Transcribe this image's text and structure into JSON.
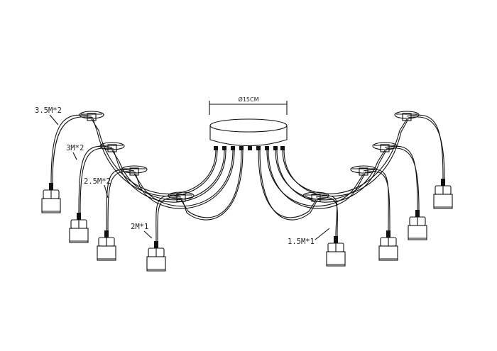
{
  "diagram": {
    "diameter_label": "Ø15CM",
    "labels": {
      "l1": "3.5M*2",
      "l2": "3M*2",
      "l3": "2.5M*2",
      "l4": "2M*1",
      "l5": "1.5M*1"
    }
  }
}
